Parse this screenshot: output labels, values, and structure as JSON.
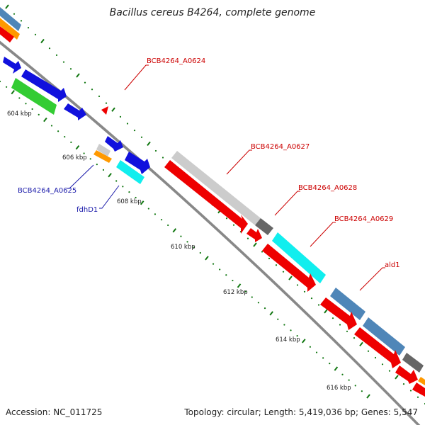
{
  "title": "Bacillus cereus B4264, complete genome",
  "footer": {
    "accession": "Accession: NC_011725",
    "summary": "Topology: circular; Length: 5,419,036 bp; Genes: 5,547"
  },
  "colors": {
    "backbone": "#888888",
    "red_gene": "#ee0000",
    "blue_gene": "#1111dd",
    "green_gene": "#33cc33",
    "cyan_gene": "#11eeee",
    "gray_gene": "#cccccc",
    "steel_gene": "#4f86b8",
    "orange_gene": "#ff9900",
    "tick": "#117711",
    "red_label": "#cc0000",
    "blue_label": "#1a1aaa"
  },
  "ticks": [
    "604 kbp",
    "606 kbp",
    "608 kbp",
    "610 kbp",
    "612 kbp",
    "614 kbp",
    "616 kbp"
  ],
  "gene_labels": {
    "a0624": "BCB4264_A0624",
    "a0625": "BCB4264_A0625",
    "fdhD1": "fdhD1",
    "a0627": "BCB4264_A0627",
    "a0628": "BCB4264_A0628",
    "a0629": "BCB4264_A0629",
    "ald1": "ald1"
  }
}
